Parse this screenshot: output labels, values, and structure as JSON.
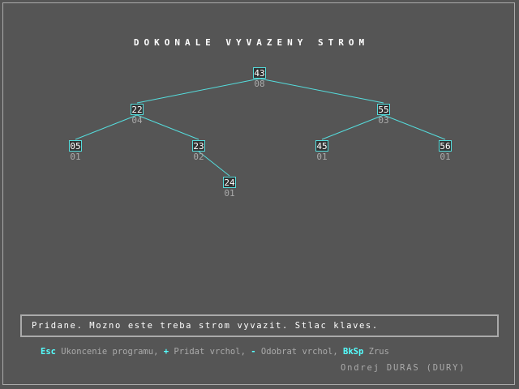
{
  "title": "DOKONALE VYVAZENY STROM",
  "tree": {
    "nodes": [
      {
        "key": "43",
        "count": "08"
      },
      {
        "key": "22",
        "count": "04"
      },
      {
        "key": "55",
        "count": "03"
      },
      {
        "key": "05",
        "count": "01"
      },
      {
        "key": "23",
        "count": "02"
      },
      {
        "key": "45",
        "count": "01"
      },
      {
        "key": "56",
        "count": "01"
      },
      {
        "key": "24",
        "count": "01"
      }
    ],
    "colors": {
      "edge": "#55dddd",
      "node_border": "#55dddd",
      "count_text": "#aaaaaa"
    }
  },
  "status_message": "Pridane. Mozno este treba strom vyvazit. Stlac klaves.",
  "help": {
    "esc_key": "Esc",
    "esc_text": " Ukoncenie programu, ",
    "plus_key": "+",
    "plus_text": " Pridat vrchol, ",
    "minus_key": "-",
    "minus_text": " Odobrat vrchol, ",
    "bksp_key": "BkSp",
    "bksp_text": " Zrus"
  },
  "author": "Ondrej DURAS (DURY)",
  "colors": {
    "background": "#555555",
    "hotkey": "#55ffff",
    "text": "#ffffff",
    "dim_text": "#aaaaaa"
  }
}
